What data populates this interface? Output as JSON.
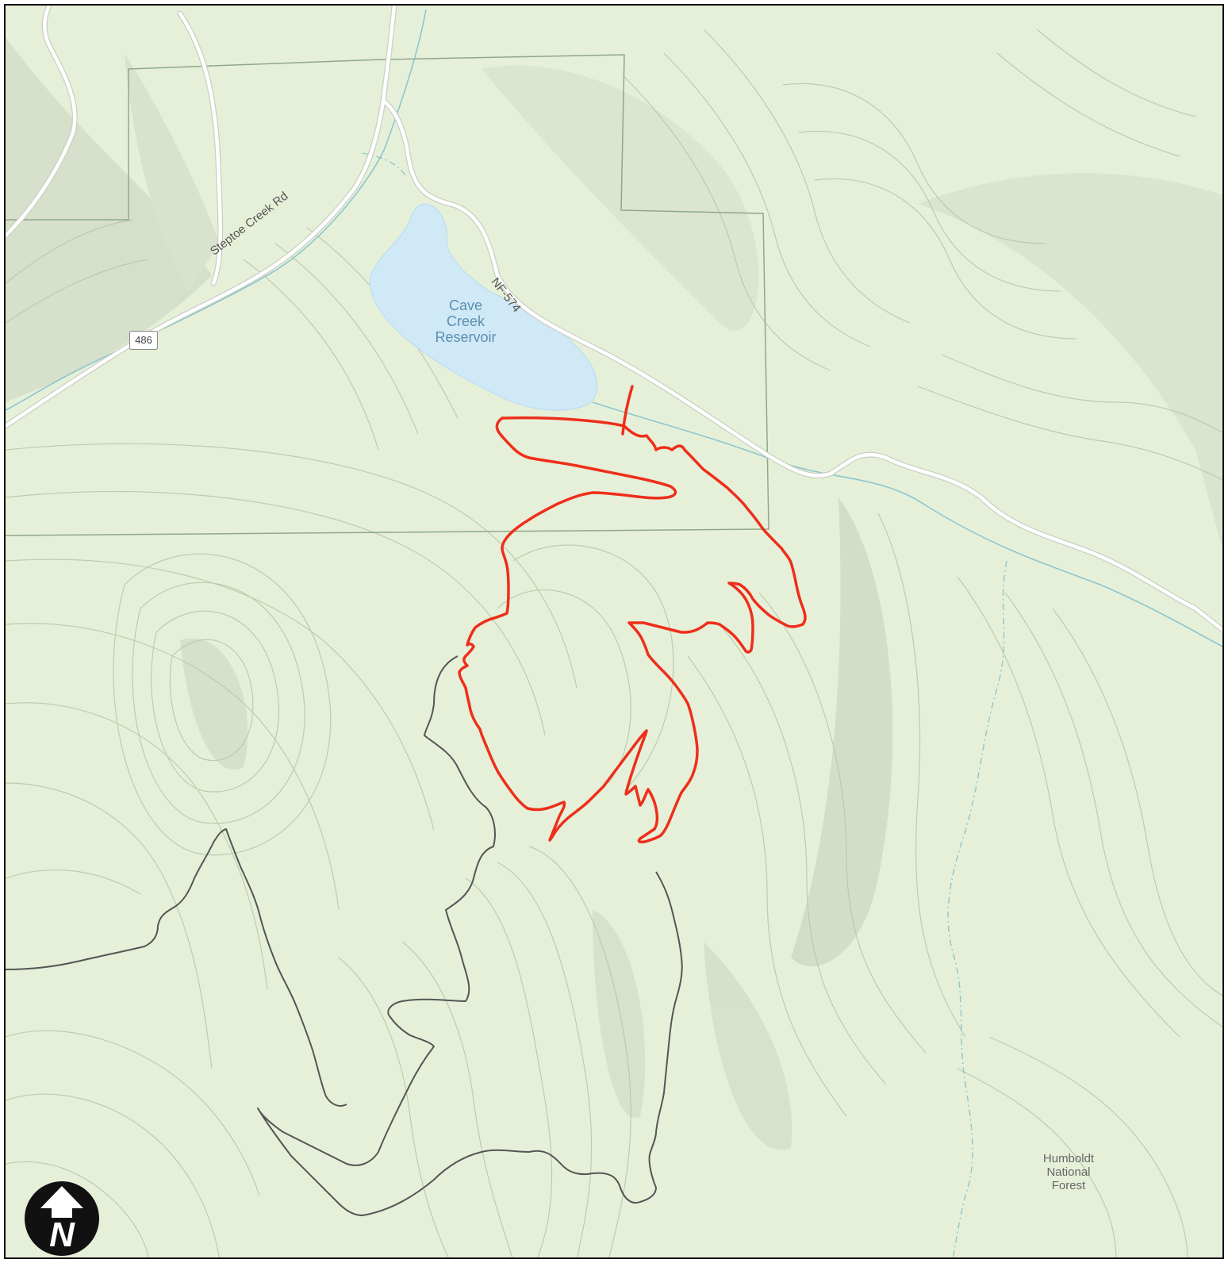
{
  "map": {
    "labels": {
      "reservoir_line1": "Cave",
      "reservoir_line2": "Creek",
      "reservoir_line3": "Reservoir",
      "forest_line1": "Humboldt",
      "forest_line2": "National",
      "forest_line3": "Forest",
      "road_steptoe": "Steptoe Creek Rd",
      "road_nf": "NF-574",
      "highway_shield": "486"
    },
    "north_arrow": {
      "letter": "N",
      "icon": "north-arrow-icon"
    },
    "colors": {
      "background": "#e6f0d9",
      "fire_perimeter": "#ee2e1a",
      "water": "#cfe9f7",
      "road": "#ffffff",
      "trail": "#555555",
      "boundary": "#8fa88a",
      "stream": "#8cc6cf",
      "contour": "#b9c8aa"
    }
  }
}
